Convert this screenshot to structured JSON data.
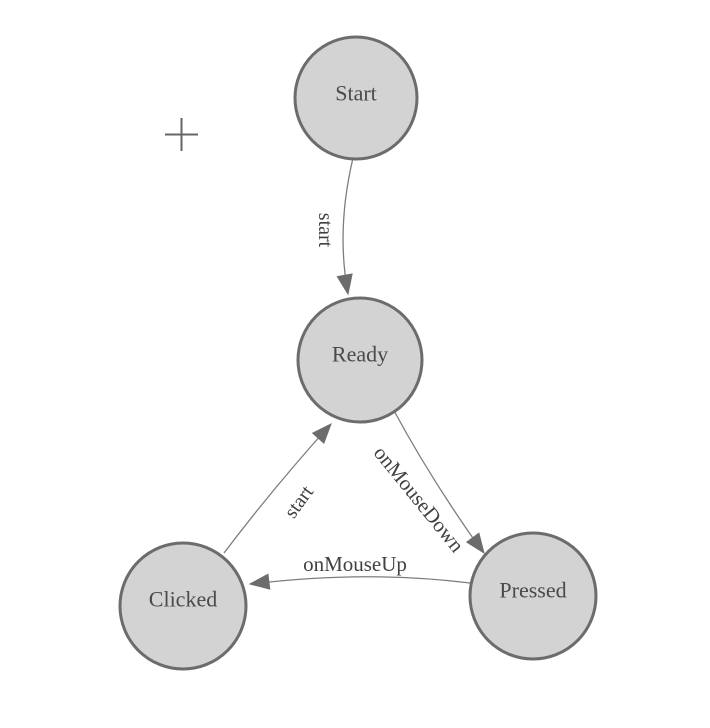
{
  "diagram": {
    "type": "state-machine",
    "nodes": [
      {
        "id": "start",
        "label": "Start"
      },
      {
        "id": "ready",
        "label": "Ready"
      },
      {
        "id": "clicked",
        "label": "Clicked"
      },
      {
        "id": "pressed",
        "label": "Pressed"
      }
    ],
    "edges": [
      {
        "from": "start",
        "to": "ready",
        "label": "start"
      },
      {
        "from": "ready",
        "to": "pressed",
        "label": "onMouseDown"
      },
      {
        "from": "pressed",
        "to": "clicked",
        "label": "onMouseUp"
      },
      {
        "from": "clicked",
        "to": "ready",
        "label": "start"
      }
    ],
    "colors": {
      "background": "#ffffff",
      "node_fill": "#d3d3d3",
      "node_stroke": "#6c6c6c",
      "edge_stroke": "#7d7d7d",
      "arrow_fill": "#6c6c6c",
      "node_label_text": "#4a4a4a",
      "edge_label_text": "#414141",
      "crosshair": "#666666"
    }
  }
}
